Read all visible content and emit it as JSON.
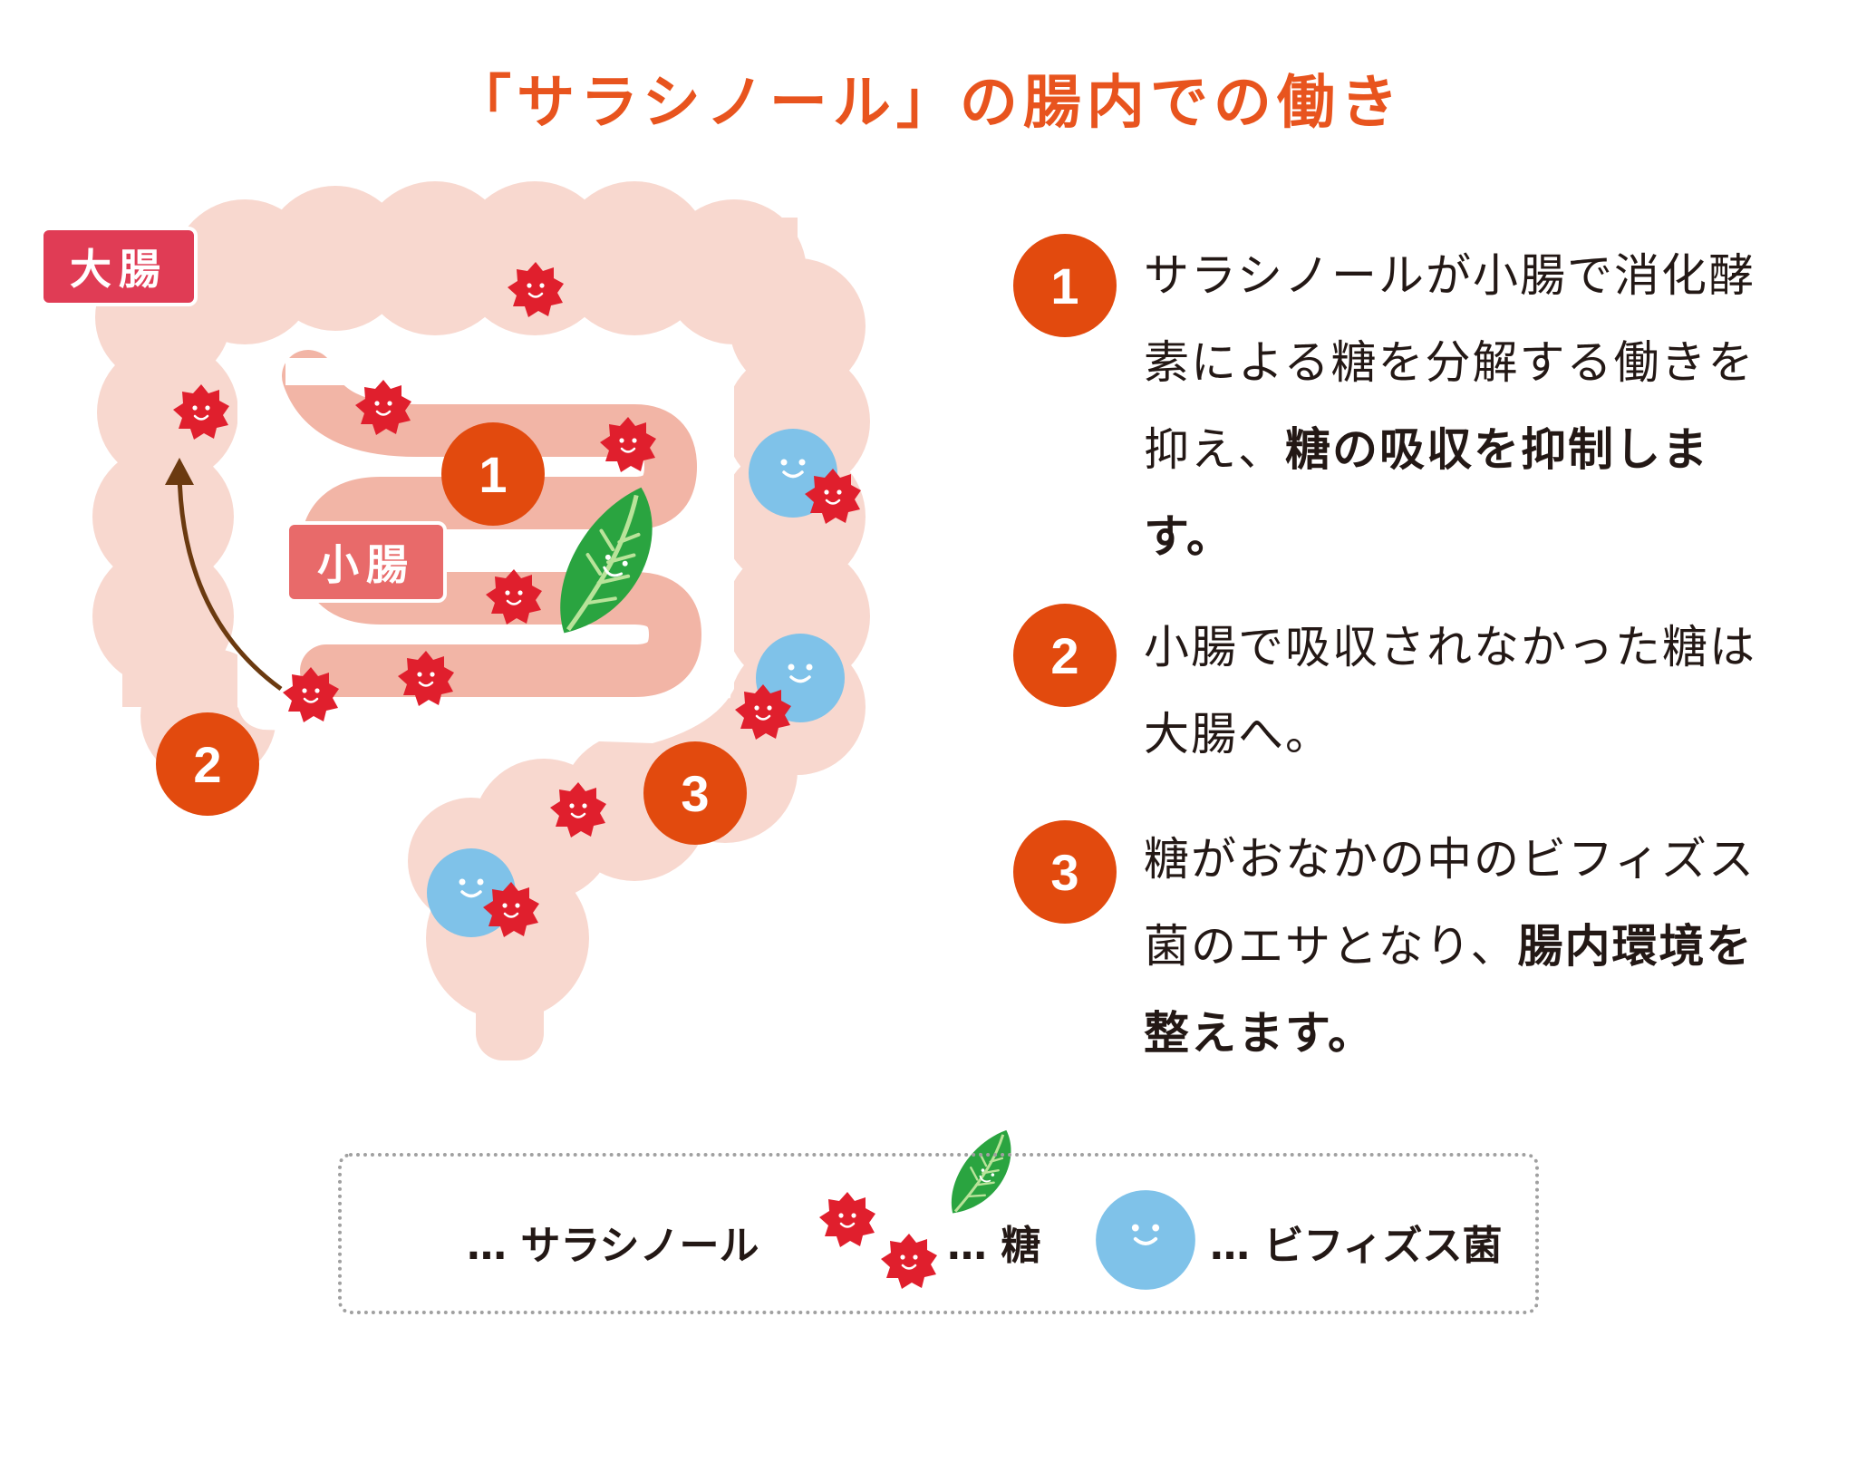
{
  "title": "「サラシノール」の腸内での働き",
  "labels": {
    "large_intestine": "大腸",
    "small_intestine": "小腸"
  },
  "diagram_markers": [
    "1",
    "2",
    "3"
  ],
  "steps": [
    {
      "number": "1",
      "text": "サラシノールが小腸で消化酵素による糖を分解する働きを抑え、",
      "bold": "糖の吸収を抑制します。"
    },
    {
      "number": "2",
      "text": "小腸で吸収されなかった糖は大腸へ。",
      "bold": ""
    },
    {
      "number": "3",
      "text": "糖がおなかの中のビフィズス菌のエサとなり、",
      "bold": "腸内環境を整えます。"
    }
  ],
  "legend": [
    {
      "icon": "leaf-icon",
      "label": "… サラシノール"
    },
    {
      "icon": "sugar-icon",
      "label": "… 糖"
    },
    {
      "icon": "bifidobacteria-icon",
      "label": "… ビフィズス菌"
    }
  ],
  "colors": {
    "title": "#e8541e",
    "badge": "#e24a0e",
    "large_intestine": "#f8d8cf",
    "small_intestine": "#f2b5a6",
    "sugar": "#e01f2d",
    "bifidobacteria": "#7fc2e9",
    "leaf": "#2aa440",
    "label_large": "#e03c55",
    "label_small": "#e86a6a",
    "arrow": "#6b3a10"
  }
}
